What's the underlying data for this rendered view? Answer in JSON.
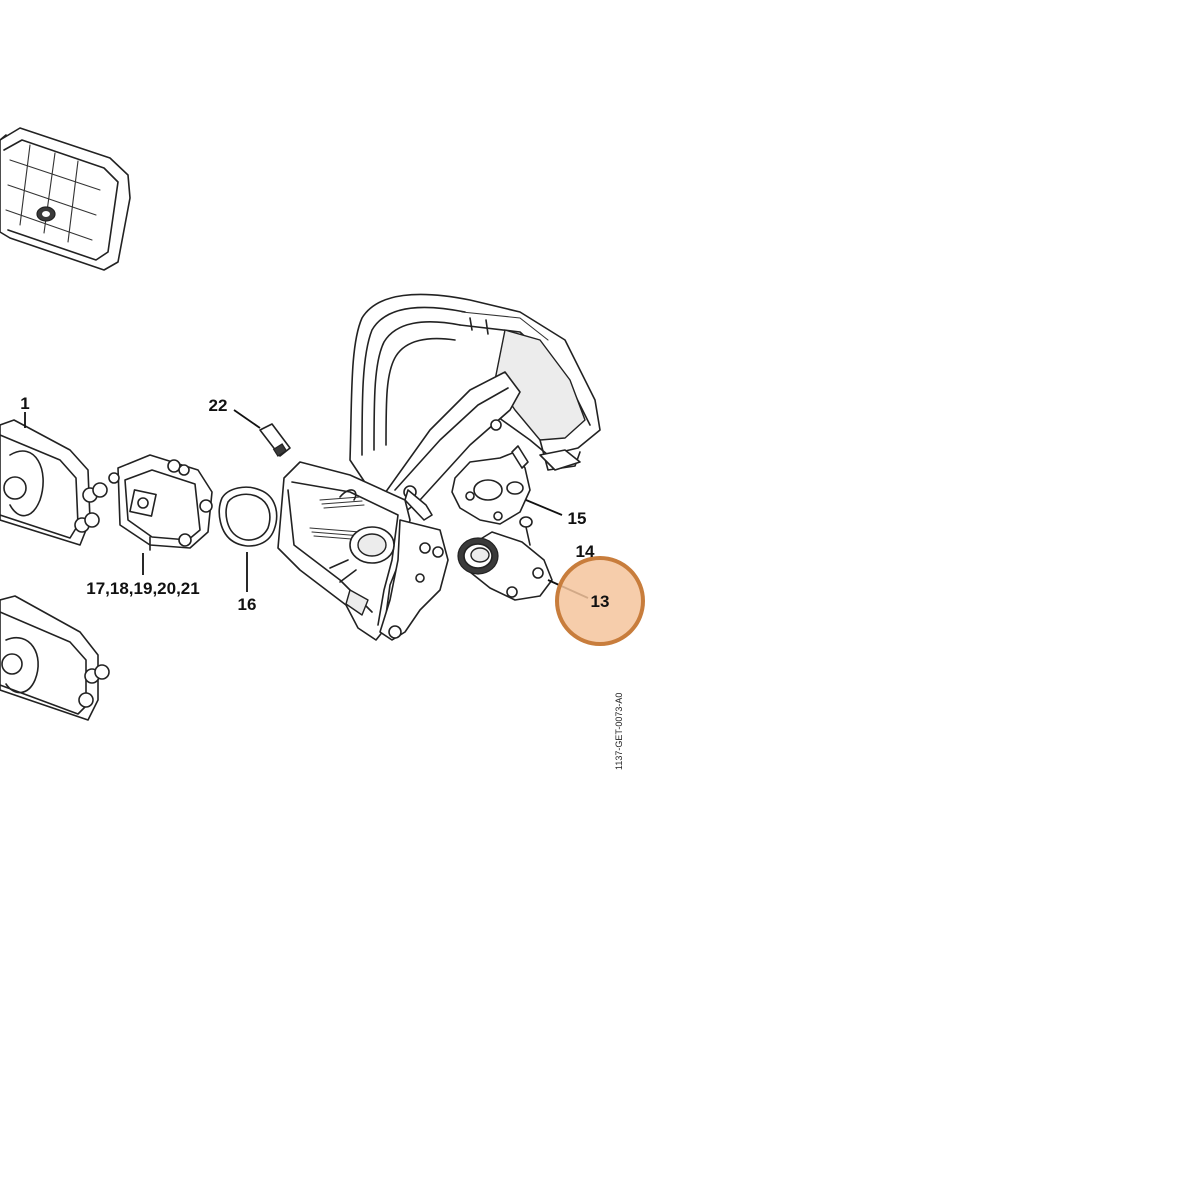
{
  "callouts": {
    "c1": "1",
    "c22": "22",
    "c17_21": "17,18,19,20,21",
    "c16": "16",
    "c15": "15",
    "c14": "14",
    "c13": "13"
  },
  "highlight": {
    "target": "13",
    "color": "#f4c49c",
    "border_color": "#c87d3c"
  },
  "reference_code": "1137-GET-0073-A0"
}
